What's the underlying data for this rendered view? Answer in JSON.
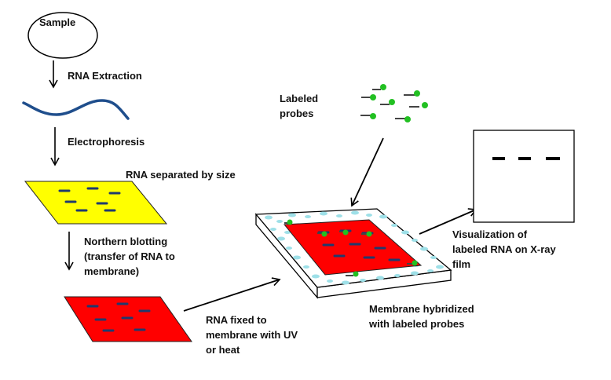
{
  "labels": {
    "sample": "Sample",
    "rna_extraction": "RNA Extraction",
    "electrophoresis": "Electrophoresis",
    "rna_separated": "RNA separated by size",
    "northern_blotting": [
      "Northern blotting",
      "(transfer of RNA to",
      "membrane)"
    ],
    "rna_fixed": [
      "RNA fixed to",
      "membrane with UV",
      "or heat"
    ],
    "labeled_probes": [
      "Labeled",
      "probes"
    ],
    "membrane_hybridized": [
      "Membrane hybridized",
      "with labeled probes"
    ],
    "visualization": [
      "Visualization of",
      "labeled RNA on X-ray",
      "film"
    ]
  },
  "colors": {
    "gel": "#ffff00",
    "membrane": "#ff0000",
    "band": "#1f3a6e",
    "rna_strand": "#1f4e8c",
    "probe": "#22c022",
    "speckle": "#9ee0e8",
    "outline": "#000000"
  },
  "icons": {
    "probe": "green-dot-with-tail",
    "arrow": "line-arrow"
  }
}
